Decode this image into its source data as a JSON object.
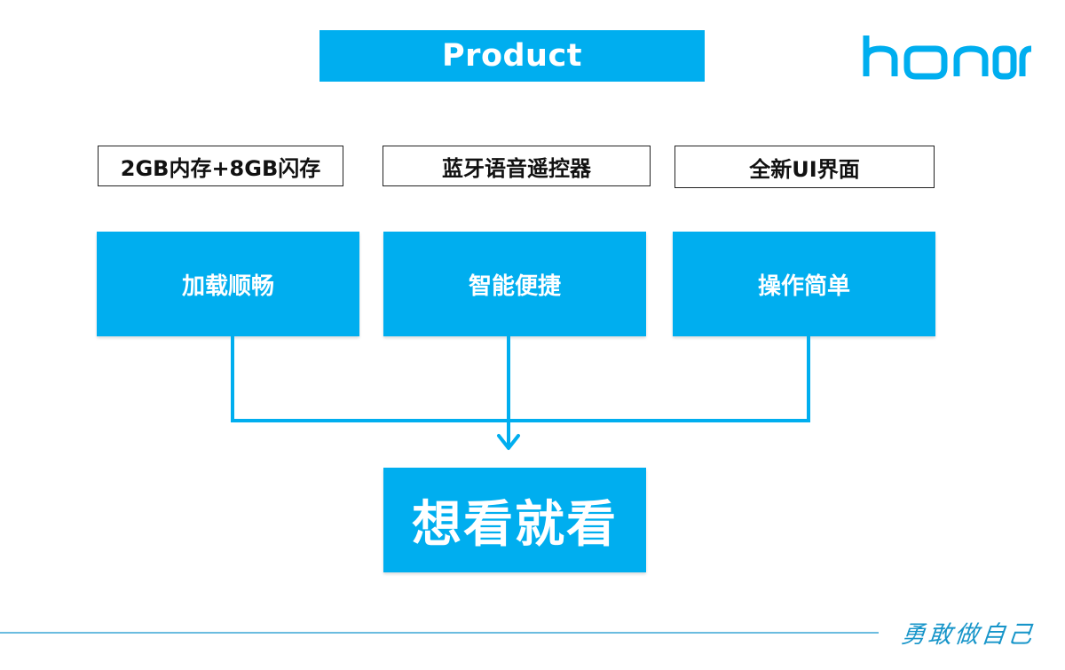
{
  "header": {
    "title": "Product",
    "logo_text": "honor"
  },
  "features": [
    {
      "label": "2GB内存+8GB闪存"
    },
    {
      "label": "蓝牙语音遥控器"
    },
    {
      "label": "全新UI界面"
    }
  ],
  "benefits": [
    {
      "label": "加载顺畅"
    },
    {
      "label": "智能便捷"
    },
    {
      "label": "操作简单"
    }
  ],
  "result": {
    "label": "想看就看"
  },
  "footer": {
    "slogan": "勇敢做自己"
  },
  "colors": {
    "accent": "#00AEEF",
    "line": "#00AEEF",
    "border": "#222222",
    "slogan": "#1795C9"
  }
}
